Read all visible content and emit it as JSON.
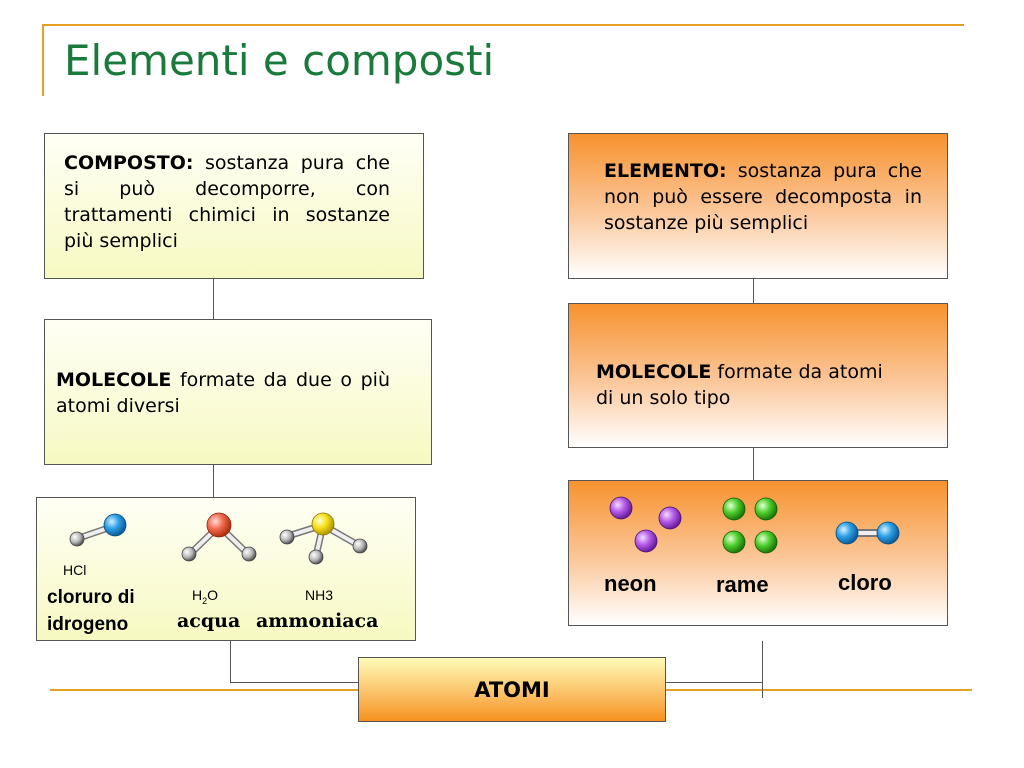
{
  "title": "Elementi e composti",
  "composto": {
    "term": "COMPOSTO:",
    "definition": "sostanza pura che si può decomporre, con trattamenti chimici in sostanze più semplici"
  },
  "elemento": {
    "term": "ELEMENTO:",
    "definition": "sostanza pura che non può essere decomposta in sostanze più semplici"
  },
  "molecole_composti": {
    "term": "MOLECOLE",
    "definition": "formate da due o più atomi diversi"
  },
  "molecole_elementi": {
    "term": "MOLECOLE",
    "definition": "formate da atomi di un solo tipo"
  },
  "compound_examples": {
    "hcl": {
      "formula": "HCl",
      "name_line1": "cloruro di",
      "name_line2": "idrogeno"
    },
    "water": {
      "formula_main": "H",
      "formula_sub": "2",
      "formula_end": "O",
      "name": "acqua"
    },
    "ammonia": {
      "formula": "NH3",
      "name": "ammoniaca"
    }
  },
  "element_examples": {
    "neon": {
      "name": "neon"
    },
    "copper": {
      "name": "rame"
    },
    "chlorine": {
      "name": "cloro"
    }
  },
  "atomi": "ATOMI",
  "colors": {
    "title": "#1a7a3c",
    "accent_line": "#e3a126",
    "orange": "#f7922e",
    "yellow": "#f7f9c2"
  }
}
